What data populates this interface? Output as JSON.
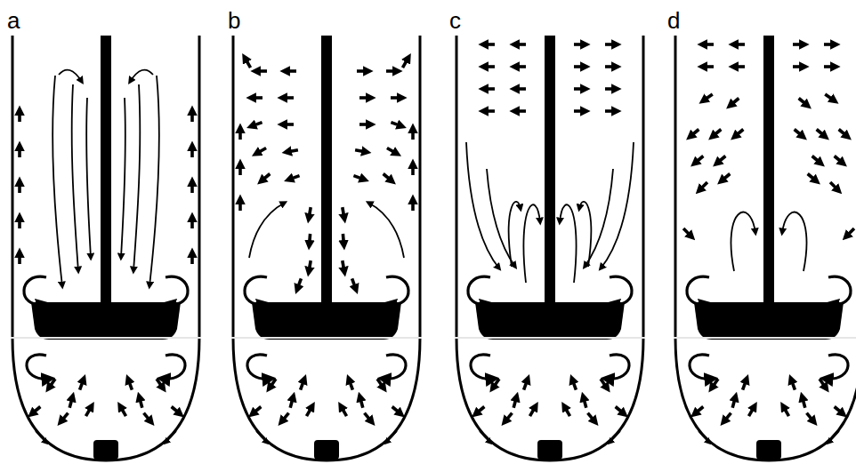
{
  "diagram": {
    "labels": [
      "a",
      "b",
      "c",
      "d"
    ]
  }
}
